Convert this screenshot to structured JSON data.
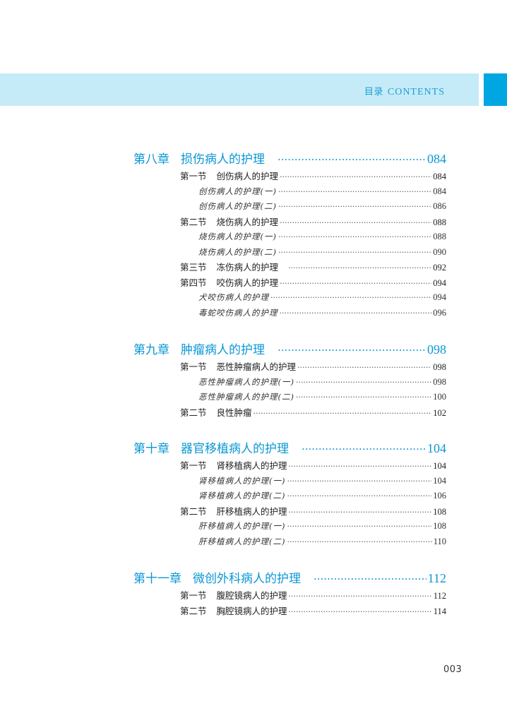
{
  "header": {
    "title_cn": "目录",
    "title_en": "CONTENTS"
  },
  "chapters": [
    {
      "num": "第八章",
      "title": "损伤病人的护理",
      "page": "084",
      "items": [
        {
          "type": "section",
          "num": "第一节",
          "title": "创伤病人的护理",
          "page": "084"
        },
        {
          "type": "sub",
          "title": "创伤病人的护理(一)",
          "page": "084"
        },
        {
          "type": "sub",
          "title": "创伤病人的护理(二)",
          "page": "086"
        },
        {
          "type": "section",
          "num": "第二节",
          "title": "烧伤病人的护理",
          "page": "088"
        },
        {
          "type": "sub",
          "title": "烧伤病人的护理(一)",
          "page": "088"
        },
        {
          "type": "sub",
          "title": "烧伤病人的护理(二)",
          "page": "090"
        },
        {
          "type": "section",
          "num": "第三节",
          "title": "冻伤病人的护理",
          "page": "092"
        },
        {
          "type": "section",
          "num": "第四节",
          "title": "咬伤病人的护理",
          "page": "094"
        },
        {
          "type": "sub",
          "title": "犬咬伤病人的护理",
          "page": "094"
        },
        {
          "type": "sub",
          "title": "毒蛇咬伤病人的护理",
          "page": "096"
        }
      ]
    },
    {
      "num": "第九章",
      "title": "肿瘤病人的护理",
      "page": "098",
      "items": [
        {
          "type": "section",
          "num": "第一节",
          "title": "恶性肿瘤病人的护理",
          "page": "098"
        },
        {
          "type": "sub",
          "title": "恶性肿瘤病人的护理(一)",
          "page": "098"
        },
        {
          "type": "sub",
          "title": "恶性肿瘤病人的护理(二)",
          "page": "100"
        },
        {
          "type": "section",
          "num": "第二节",
          "title": "良性肿瘤",
          "page": "102"
        }
      ]
    },
    {
      "num": "第十章",
      "title": "器官移植病人的护理",
      "page": "104",
      "items": [
        {
          "type": "section",
          "num": "第一节",
          "title": "肾移植病人的护理",
          "page": "104"
        },
        {
          "type": "sub",
          "title": "肾移植病人的护理(一)",
          "page": "104"
        },
        {
          "type": "sub",
          "title": "肾移植病人的护理(二)",
          "page": "106"
        },
        {
          "type": "section",
          "num": "第二节",
          "title": "肝移植病人的护理",
          "page": "108"
        },
        {
          "type": "sub",
          "title": "肝移植病人的护理(一)",
          "page": "108"
        },
        {
          "type": "sub",
          "title": "肝移植病人的护理(二)",
          "page": "110"
        }
      ]
    },
    {
      "num": "第十一章",
      "title": "微创外科病人的护理",
      "page": "112",
      "items": [
        {
          "type": "section",
          "num": "第一节",
          "title": "腹腔镜病人的护理",
          "page": "112"
        },
        {
          "type": "section",
          "num": "第二节",
          "title": "胸腔镜病人的护理",
          "page": "114"
        }
      ]
    }
  ],
  "footer": {
    "page_number": "003"
  },
  "colors": {
    "accent": "#0a97d4",
    "band": "#c6ebf8",
    "tab": "#00a6e2"
  }
}
